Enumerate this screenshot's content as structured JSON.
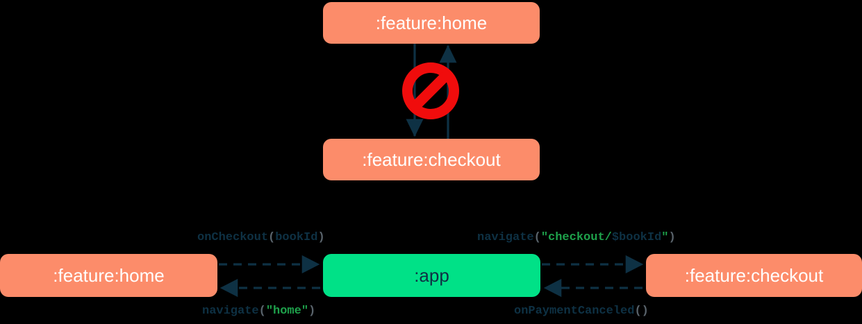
{
  "diagram": {
    "title_present": false,
    "colors": {
      "background": "#000000",
      "module_feature": "#FC8C6A",
      "module_app": "#00E187",
      "arrow": "#0E3144",
      "forbidden": "#F00C0C",
      "text_on_feature": "#FFFFFF",
      "text_on_app": "#0E3144",
      "code_identifier": "#0E3144",
      "code_punctuation": "#59636B",
      "code_string": "#1EA14B"
    },
    "top_section": {
      "nodes": [
        {
          "id": "home-top",
          "label": ":feature:home"
        },
        {
          "id": "checkout-top",
          "label": ":feature:checkout"
        }
      ],
      "edges": [
        {
          "from": "home-top",
          "to": "checkout-top",
          "direction": "down",
          "style": "solid"
        },
        {
          "from": "checkout-top",
          "to": "home-top",
          "direction": "up",
          "style": "solid"
        }
      ],
      "annotation": {
        "icon": "forbidden-sign",
        "meaning": "not allowed"
      }
    },
    "bottom_section": {
      "nodes": [
        {
          "id": "home-bottom",
          "label": ":feature:home"
        },
        {
          "id": "app",
          "label": ":app"
        },
        {
          "id": "checkout-bottom",
          "label": ":feature:checkout"
        }
      ],
      "edges": [
        {
          "id": "on-checkout",
          "from": "home-bottom",
          "to": "app",
          "direction": "right",
          "style": "dashed",
          "label": {
            "full": "onCheckout(bookId)",
            "tokens": [
              {
                "text": "onCheckout",
                "kind": "identifier"
              },
              {
                "text": "(",
                "kind": "punctuation"
              },
              {
                "text": "bookId",
                "kind": "identifier"
              },
              {
                "text": ")",
                "kind": "punctuation"
              }
            ]
          }
        },
        {
          "id": "navigate-home",
          "from": "app",
          "to": "home-bottom",
          "direction": "left",
          "style": "dashed",
          "label": {
            "full": "navigate(\"home\")",
            "tokens": [
              {
                "text": "navigate",
                "kind": "identifier"
              },
              {
                "text": "(",
                "kind": "punctuation"
              },
              {
                "text": "\"home\"",
                "kind": "string"
              },
              {
                "text": ")",
                "kind": "punctuation"
              }
            ]
          }
        },
        {
          "id": "navigate-checkout",
          "from": "app",
          "to": "checkout-bottom",
          "direction": "right",
          "style": "dashed",
          "label": {
            "full": "navigate(\"checkout/$bookId\")",
            "tokens": [
              {
                "text": "navigate",
                "kind": "identifier"
              },
              {
                "text": "(",
                "kind": "punctuation"
              },
              {
                "text": "\"checkout/",
                "kind": "string"
              },
              {
                "text": "$bookId",
                "kind": "identifier"
              },
              {
                "text": "\"",
                "kind": "string"
              },
              {
                "text": ")",
                "kind": "punctuation"
              }
            ]
          }
        },
        {
          "id": "on-payment-canceled",
          "from": "checkout-bottom",
          "to": "app",
          "direction": "left",
          "style": "dashed",
          "label": {
            "full": "onPaymentCanceled()",
            "tokens": [
              {
                "text": "onPaymentCanceled",
                "kind": "identifier"
              },
              {
                "text": "()",
                "kind": "punctuation"
              }
            ]
          }
        }
      ]
    }
  }
}
